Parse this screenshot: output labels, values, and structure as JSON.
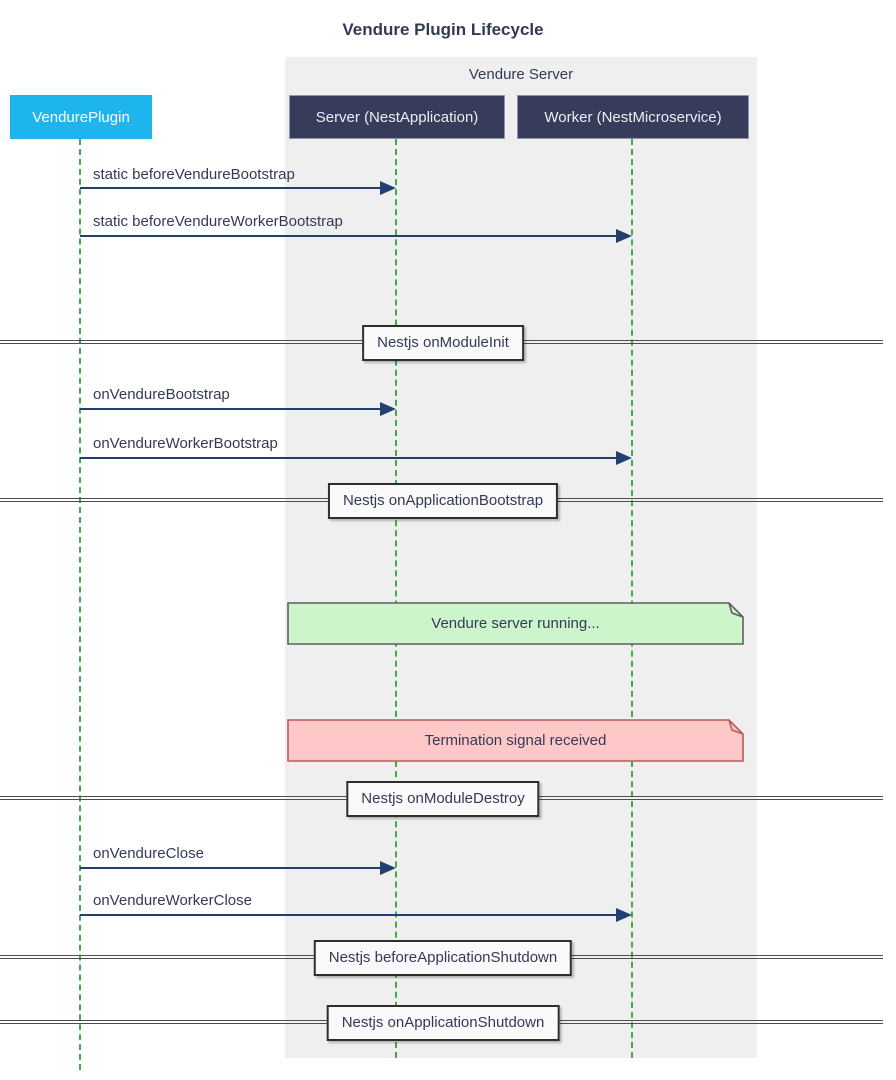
{
  "title": "Vendure Plugin Lifecycle",
  "group": {
    "label": "Vendure Server"
  },
  "participants": [
    {
      "label": "VendurePlugin"
    },
    {
      "label": "Server (NestApplication)"
    },
    {
      "label": "Worker (NestMicroservice)"
    }
  ],
  "messages": [
    {
      "label": "static beforeVendureBootstrap",
      "from": "VendurePlugin",
      "to": "Server (NestApplication)"
    },
    {
      "label": "static beforeVendureWorkerBootstrap",
      "from": "VendurePlugin",
      "to": "Worker (NestMicroservice)"
    },
    {
      "label": "onVendureBootstrap",
      "from": "VendurePlugin",
      "to": "Server (NestApplication)"
    },
    {
      "label": "onVendureWorkerBootstrap",
      "from": "VendurePlugin",
      "to": "Worker (NestMicroservice)"
    },
    {
      "label": "onVendureClose",
      "from": "VendurePlugin",
      "to": "Server (NestApplication)"
    },
    {
      "label": "onVendureWorkerClose",
      "from": "VendurePlugin",
      "to": "Worker (NestMicroservice)"
    }
  ],
  "dividers": [
    {
      "label": "Nestjs onModuleInit"
    },
    {
      "label": "Nestjs onApplicationBootstrap"
    },
    {
      "label": "Nestjs onModuleDestroy"
    },
    {
      "label": "Nestjs beforeApplicationShutdown"
    },
    {
      "label": "Nestjs onApplicationShutdown"
    }
  ],
  "notes": [
    {
      "label": "Vendure server running...",
      "color": "#ccf5cc",
      "border": "#5f5f5f"
    },
    {
      "label": "Termination signal received",
      "color": "#ffc8c8",
      "border": "#bb5a5a"
    }
  ],
  "colors": {
    "plugin_actor": "#1eb4ee",
    "participant_bg": "#363c5a",
    "lifeline": "#3fae49",
    "message": "#21406f",
    "text": "#333a56",
    "group_bg": "#efefef"
  }
}
